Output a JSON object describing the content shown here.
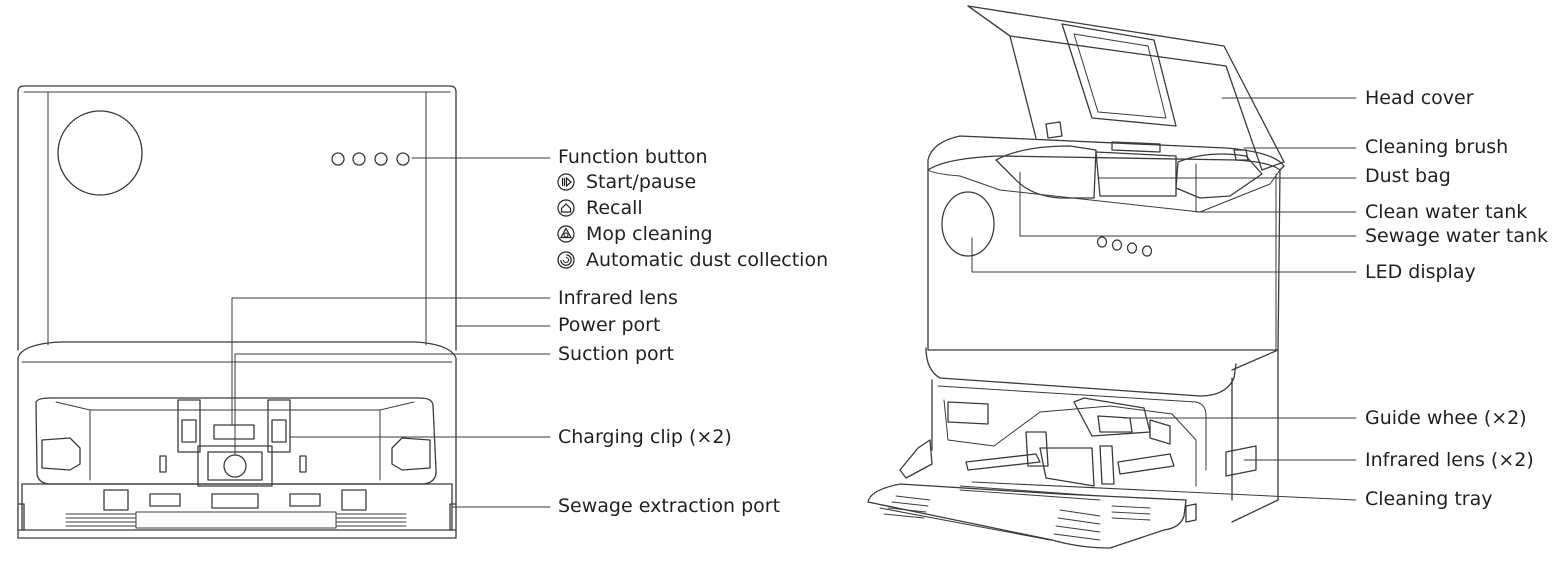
{
  "front_view": {
    "labels": {
      "function_button": "Function button",
      "infrared_lens": "Infrared lens",
      "power_port": "Power port",
      "suction_port": "Suction port",
      "charging_clip": "Charging clip (×2)",
      "sewage_extraction_port": "Sewage extraction port"
    },
    "function_buttons": [
      {
        "label": "Start/pause",
        "icon": "start-pause-icon"
      },
      {
        "label": "Recall",
        "icon": "home-recall-icon"
      },
      {
        "label": "Mop cleaning",
        "icon": "mop-cleaning-icon"
      },
      {
        "label": "Automatic dust collection",
        "icon": "dust-collection-icon"
      }
    ]
  },
  "open_view": {
    "labels": {
      "head_cover": "Head cover",
      "cleaning_brush": "Cleaning brush",
      "dust_bag": "Dust bag",
      "clean_water_tank": "Clean water tank",
      "sewage_water_tank": "Sewage water tank",
      "led_display": "LED display",
      "guide_wheel": "Guide whee (×2)",
      "infrared_lens_x2": "Infrared lens (×2)",
      "cleaning_tray": "Cleaning tray"
    }
  },
  "colors": {
    "line": "#3a3a3a",
    "text": "#231f20"
  }
}
